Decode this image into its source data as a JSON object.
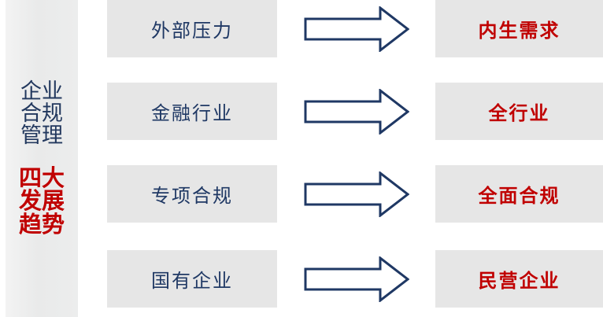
{
  "sidebar": {
    "title": "企业合规管理",
    "subtitle": "四大发展趋势",
    "title_color": "#22385e",
    "subtitle_color": "#c00000"
  },
  "colors": {
    "box_background": "#e6e6e6",
    "source_text": "#1f3864",
    "target_text": "#c00000",
    "arrow_stroke": "#1f3864",
    "arrow_fill": "#ffffff",
    "page_background": "#ffffff",
    "panel_background": "#eceded"
  },
  "arrow": {
    "icon": "right-arrow-outline-icon",
    "direction": "right"
  },
  "rows": [
    {
      "source": "外部压力",
      "target": "内生需求"
    },
    {
      "source": "金融行业",
      "target": "全行业"
    },
    {
      "source": "专项合规",
      "target": "全面合规"
    },
    {
      "source": "国有企业",
      "target": "民营企业"
    }
  ]
}
